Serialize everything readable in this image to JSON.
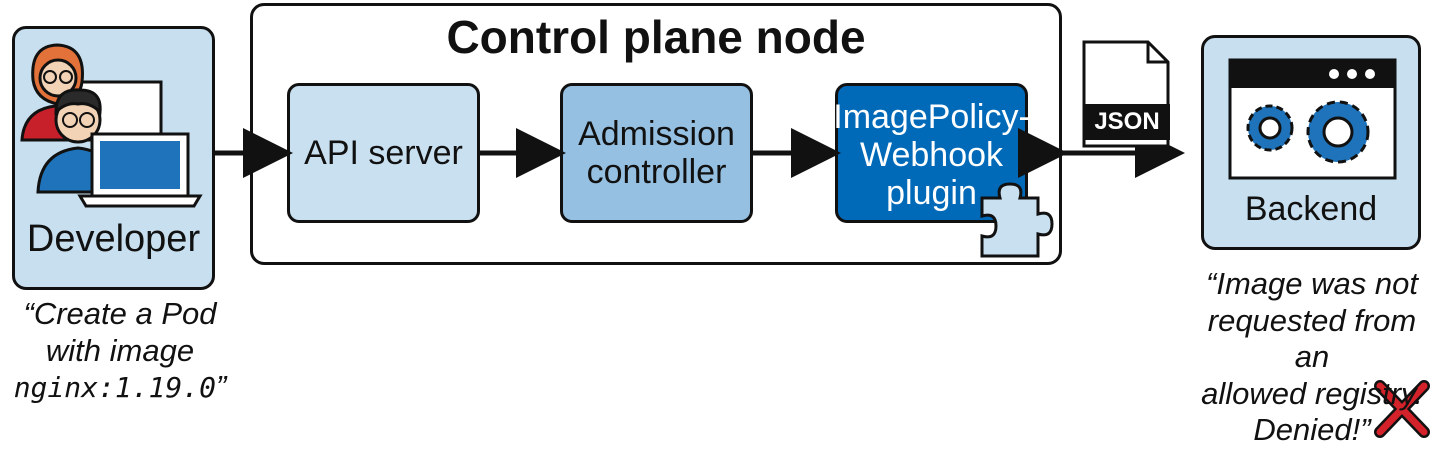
{
  "control_plane": {
    "title": "Control plane node"
  },
  "developer": {
    "label": "Developer",
    "quote": {
      "line1": "“Create a Pod",
      "line2": "with image",
      "code": "nginx:1.19.0",
      "close": "”"
    }
  },
  "components": {
    "api_server": "API server",
    "admission": {
      "line1": "Admission",
      "line2": "controller"
    },
    "webhook": {
      "line1": "ImagePolicy-",
      "line2": "Webhook",
      "line3": "plugin"
    }
  },
  "json_file": {
    "label": "JSON"
  },
  "backend": {
    "label": "Backend",
    "quote": {
      "line1": "“Image was not",
      "line2": "requested from an",
      "line3": "allowed registry.",
      "line4": "Denied!”"
    }
  },
  "colors": {
    "light_blue": "#c7dfef",
    "mid_blue": "#96c0e2",
    "dark_blue": "#0069b8",
    "deny_red": "#d4222a"
  },
  "icons": [
    "developer-people-icon",
    "laptop-icon",
    "puzzle-piece-icon",
    "json-file-icon",
    "gear-icon",
    "browser-window-icon",
    "deny-x-icon"
  ]
}
